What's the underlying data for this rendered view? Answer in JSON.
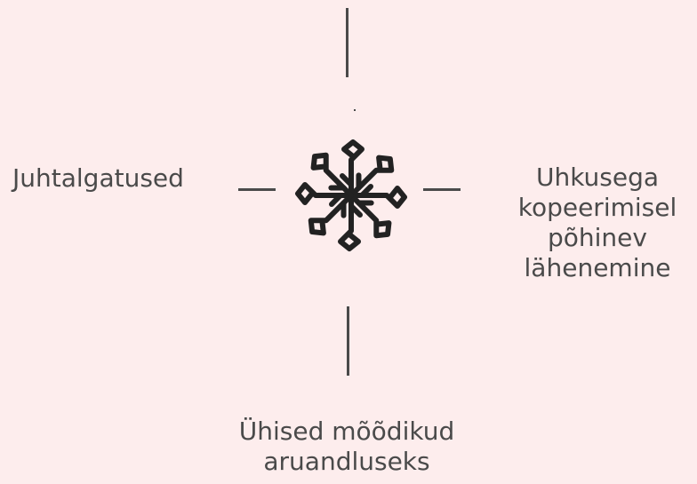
{
  "left_label": "Juhtalgatused",
  "right_label": {
    "line1": "Uhkusega",
    "line2": "kopeerimisel",
    "line3": "põhinev",
    "line4": "lähenemine"
  },
  "bottom_label": {
    "line1": "Ühised mõõdikud",
    "line2": "aruandluseks"
  },
  "colors": {
    "background": "#fdeded",
    "ink": "#4a4a4a",
    "logo": "#222222"
  },
  "icon": "pinwheel-logo-icon"
}
